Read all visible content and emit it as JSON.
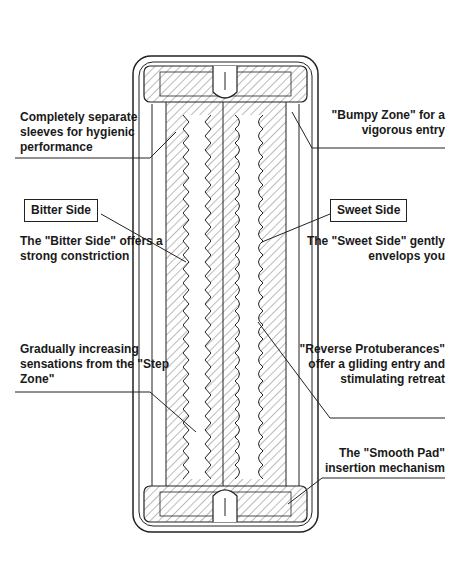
{
  "diagram": {
    "nodes": [
      {
        "text": [
          "Bitter Side"
        ]
      },
      {
        "text": [
          "Sweet Side"
        ]
      }
    ],
    "labels": [
      "Completely separate sleeves for hygienic performance",
      "\"Bumpy Zone\" for a vigorous entry",
      "The \"Bitter Side\" offers a strong constriction",
      "The \"Sweet Side\" gently envelops you",
      "\"Reverse Protuberances\" offer a gliding entry and stimulating retreat",
      "Gradually increasing sensations from the \"Step Zone\"",
      "The \"Smooth Pad\" insertion mechanism"
    ]
  }
}
